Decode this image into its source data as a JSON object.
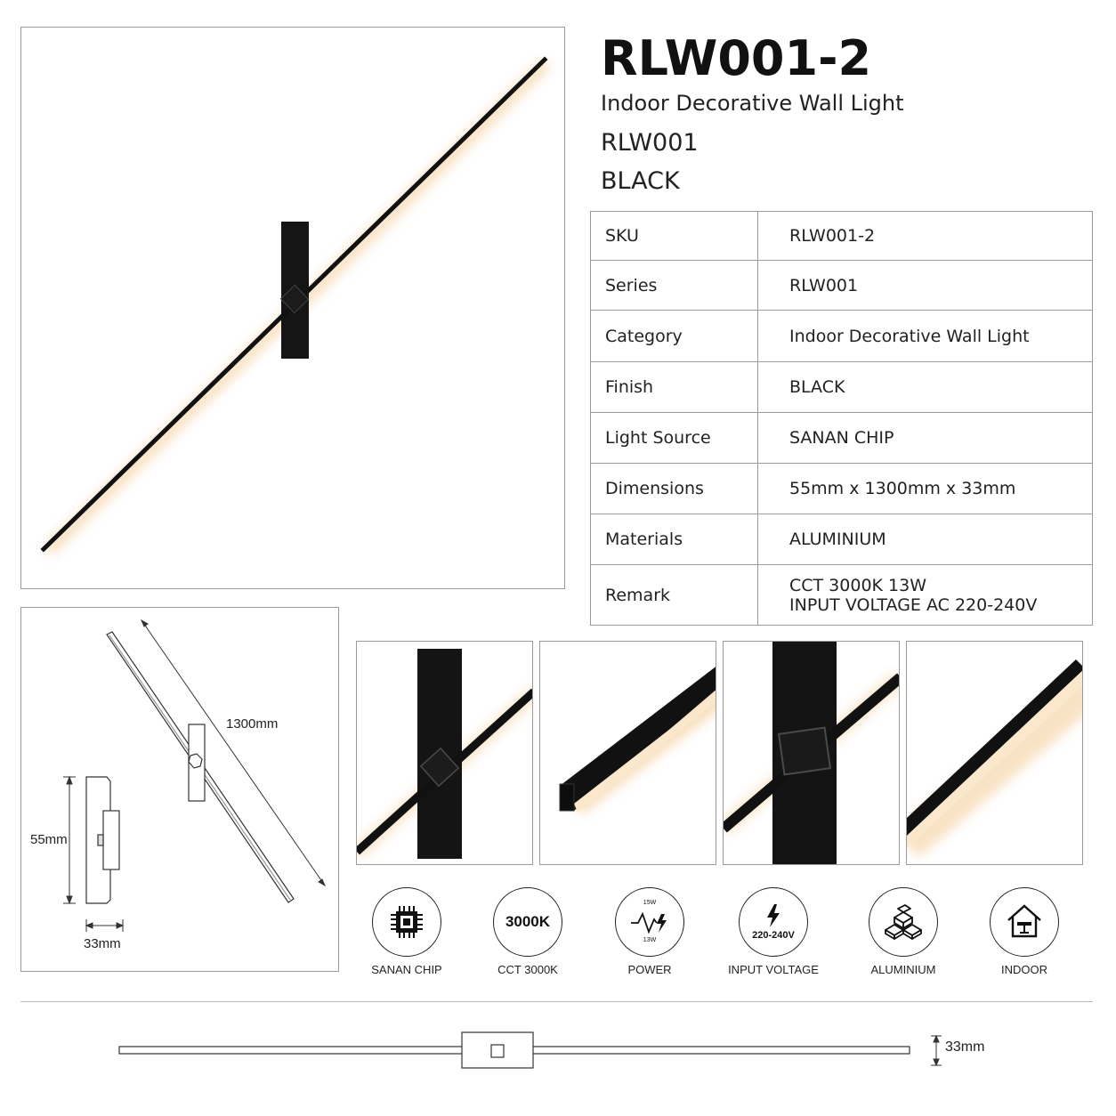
{
  "product": {
    "title": "RLW001-2",
    "subtitle": "Indoor Decorative Wall Light",
    "series": "RLW001",
    "finish": "BLACK"
  },
  "specs": [
    {
      "key": "SKU",
      "value": "RLW001-2"
    },
    {
      "key": "Series",
      "value": "RLW001"
    },
    {
      "key": "Category",
      "value": "Indoor Decorative Wall Light"
    },
    {
      "key": "Finish",
      "value": "BLACK"
    },
    {
      "key": "Light Source",
      "value": "SANAN CHIP"
    },
    {
      "key": "Dimensions",
      "value": "55mm x 1300mm x 33mm"
    },
    {
      "key": "Materials",
      "value": "ALUMINIUM"
    },
    {
      "key": "Remark",
      "value_line1": "CCT 3000K 13W",
      "value_line2": "INPUT VOLTAGE AC 220-240V"
    }
  ],
  "drawing": {
    "length_label": "1300mm",
    "height_label": "55mm",
    "depth_label": "33mm"
  },
  "features": [
    {
      "label": "SANAN CHIP",
      "icon": "chip-icon"
    },
    {
      "label": "CCT 3000K",
      "icon_text": "3000K"
    },
    {
      "label": "POWER",
      "icon": "power-wave-icon",
      "top_text": "15W",
      "bottom_text": "13W"
    },
    {
      "label": "INPUT VOLTAGE",
      "icon": "lightning-icon",
      "icon_text": "220-240V"
    },
    {
      "label": "ALUMINIUM",
      "icon": "aluminium-blocks-icon"
    },
    {
      "label": "INDOOR",
      "icon": "house-icon"
    }
  ],
  "bottom_view": {
    "depth_label": "33mm"
  },
  "colors": {
    "fixture": "#111111",
    "glow": "#f3c68a",
    "border": "#9a9a9a"
  }
}
